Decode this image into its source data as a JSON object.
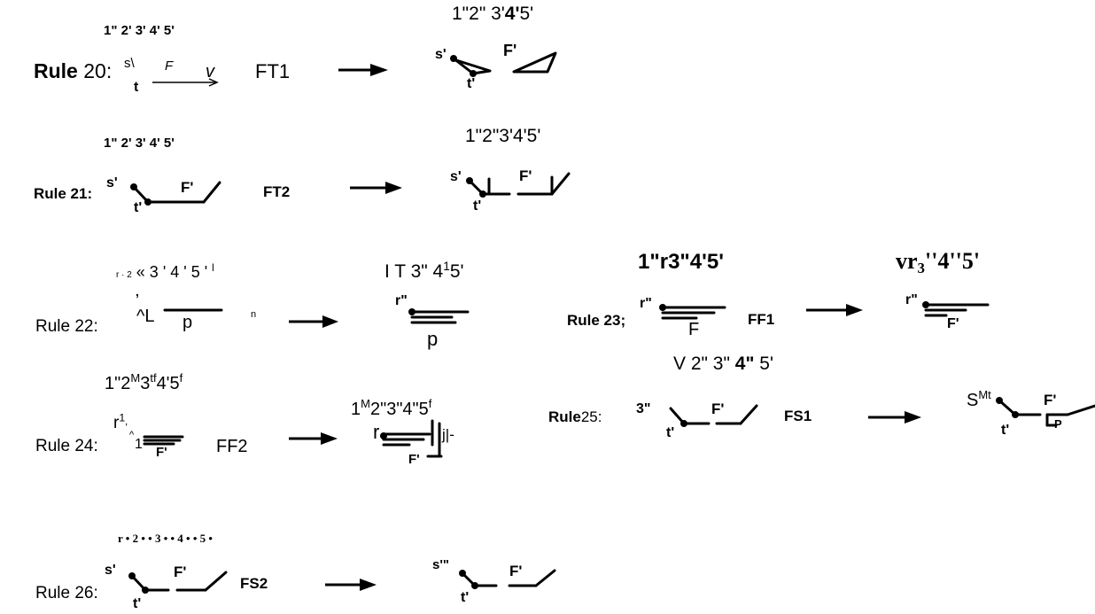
{
  "rules": {
    "r20": {
      "rule_word": "Rule",
      "rule_num": "20:",
      "top_left": "1\" 2' 3' 4' 5'",
      "top_right_a": "1\"2\" 3'",
      "top_right_bold": "4'",
      "top_right_c": "5'",
      "s_label": "s\\",
      "t_label": "t",
      "F_label": "F",
      "v_label": "v",
      "op": "FT1",
      "s_out": "s'",
      "t_out": "t'",
      "F_out": "F'"
    },
    "r21": {
      "label": "Rule 21:",
      "top_left": "1\" 2' 3' 4' 5'",
      "top_right": "1\"2\"3'4'5'",
      "s_label": "s'",
      "t_label": "t'",
      "F_label": "F'",
      "op": "FT2",
      "s_out": "s'",
      "t_out": "t'",
      "F_out": "F'"
    },
    "r22": {
      "label": "Rule 22:",
      "top_left_small": "r · 2",
      "top_left_rest": "« 3 ' 4 ' 5 ' ",
      "top_left_sup": "l",
      "top_right_a": "I  T 3\"  4",
      "top_right_sup": "1",
      "top_right_c": "5'",
      "comma": ",",
      "left_text": "^L",
      "p_label": "p",
      "n_label": "n",
      "r_out": "r\"",
      "p_out": "p"
    },
    "r23": {
      "label": "Rule 23;",
      "top_left": "1\"r3\"4'5'",
      "top_right_a": "vr",
      "top_right_sub": "3",
      "top_right_c": "''4''5'",
      "r_label": "r\"",
      "F_label": "F",
      "op": "FF1",
      "r_out": "r\"",
      "F_out": "F'",
      "below_right_a": "V 2\" 3\"",
      "below_right_bold": "4\"",
      "below_right_c": "5'"
    },
    "r24": {
      "label": "Rule 24:",
      "top_left_a": "1\"2",
      "top_left_sup1": "M",
      "top_left_b": "3",
      "top_left_sup2": "tf",
      "top_left_c": "4'5",
      "top_left_sup3": "f",
      "top_right_a": "1",
      "top_right_sup1": "M",
      "top_right_b": "2\"3\"4\"5",
      "top_right_sup2": "f",
      "r_label": "r",
      "r_sup": "1",
      "r_sub": "’",
      "one_label": "1",
      "hat": "^",
      "F_label": "F'",
      "op": "FF2",
      "r_out": "r",
      "F_out": "F'",
      "tail_out": "j|-"
    },
    "r25": {
      "rule_word": "Rule",
      "rule_num": "25:",
      "s_label": "3\"",
      "t_label": "t'",
      "F_label": "F'",
      "op": "FS1",
      "s_out": "S",
      "s_out_sup": "Mt",
      "t_out": "t'",
      "F_out": "F'",
      "P_out": "P"
    },
    "r26": {
      "label": "Rule 26:",
      "top_left": "r • 2 • • 3 • • 4 • • 5 •",
      "s_label": "s'",
      "t_label": "t'",
      "F_label": "F'",
      "op": "FS2",
      "s_out": "s'\"",
      "t_out": "t'",
      "F_out": "F'"
    }
  }
}
